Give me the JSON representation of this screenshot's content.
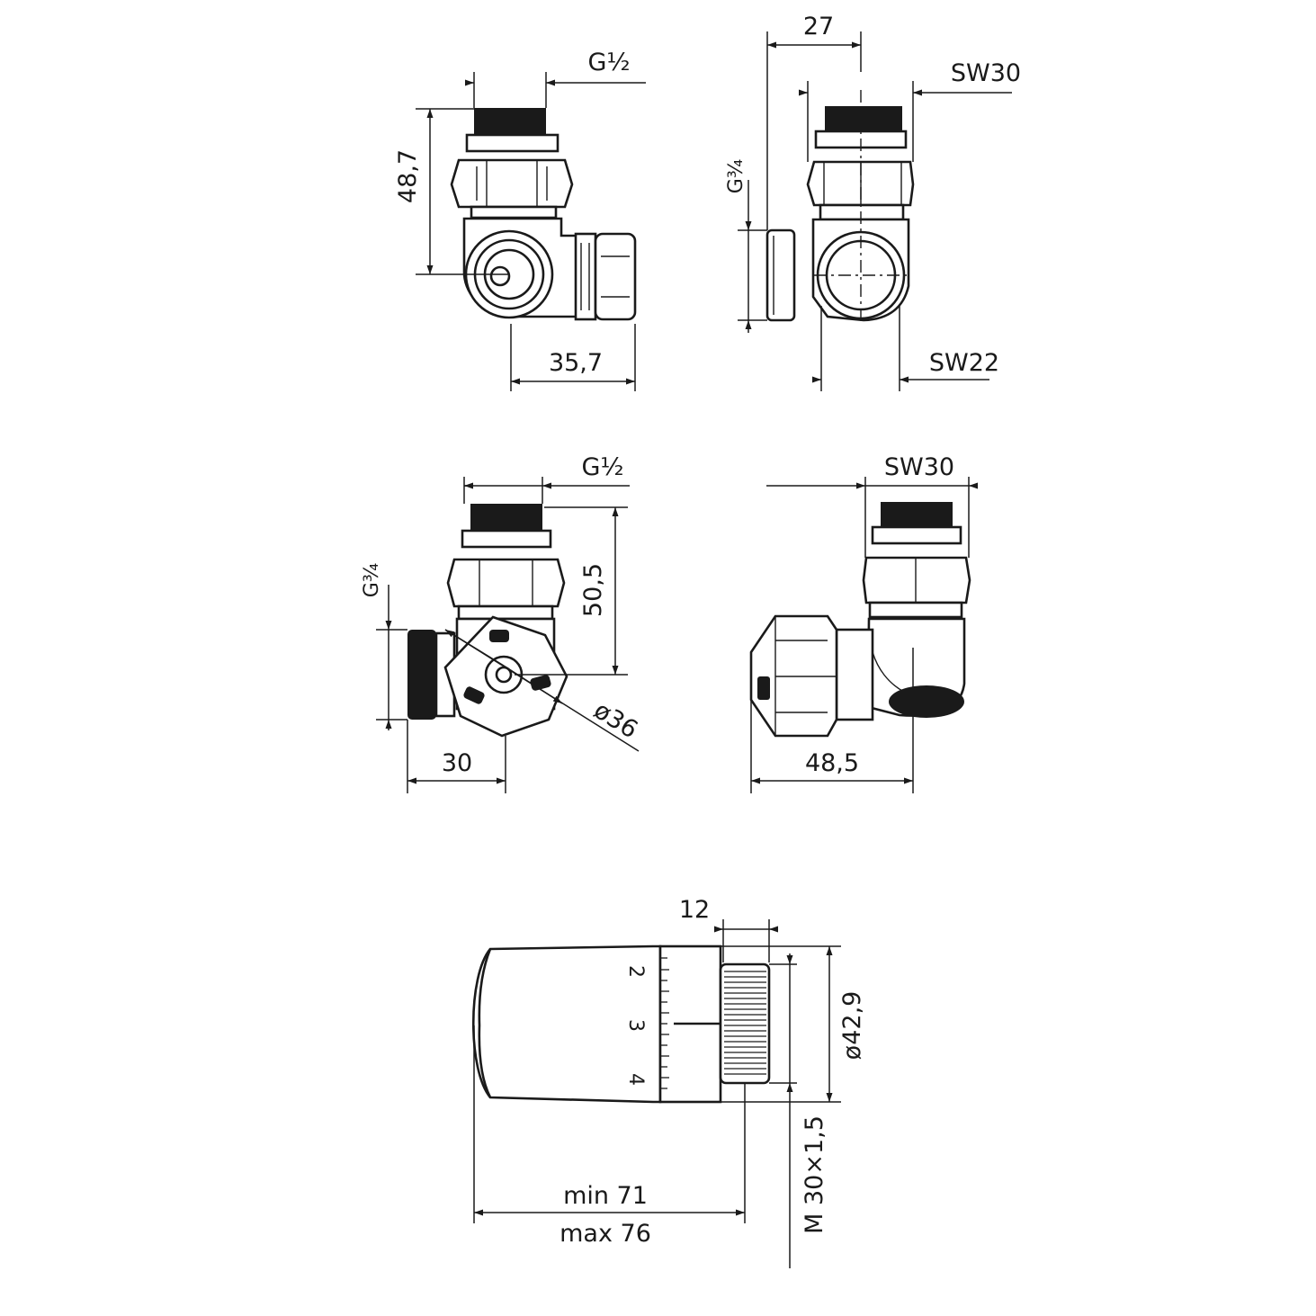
{
  "views": {
    "top_left": {
      "dim_thread": "G½",
      "dim_height": "48,7",
      "dim_width": "35,7"
    },
    "top_right": {
      "dim_width": "27",
      "dim_wrench_top": "SW30",
      "dim_thread": "G¾",
      "dim_wrench_bottom": "SW22"
    },
    "mid_left": {
      "dim_thread_top": "G½",
      "dim_height": "50,5",
      "dim_thread_side": "G¾",
      "dim_diameter": "ø36",
      "dim_width": "30"
    },
    "mid_right": {
      "dim_wrench": "SW30",
      "dim_width": "48,5"
    },
    "thermostat": {
      "dim_ring": "12",
      "dim_diameter": "ø42,9",
      "dim_connection": "M 30×1,5",
      "dim_min": "min 71",
      "dim_max": "max 76",
      "scale_marks": [
        "2",
        "3",
        "4"
      ]
    }
  }
}
